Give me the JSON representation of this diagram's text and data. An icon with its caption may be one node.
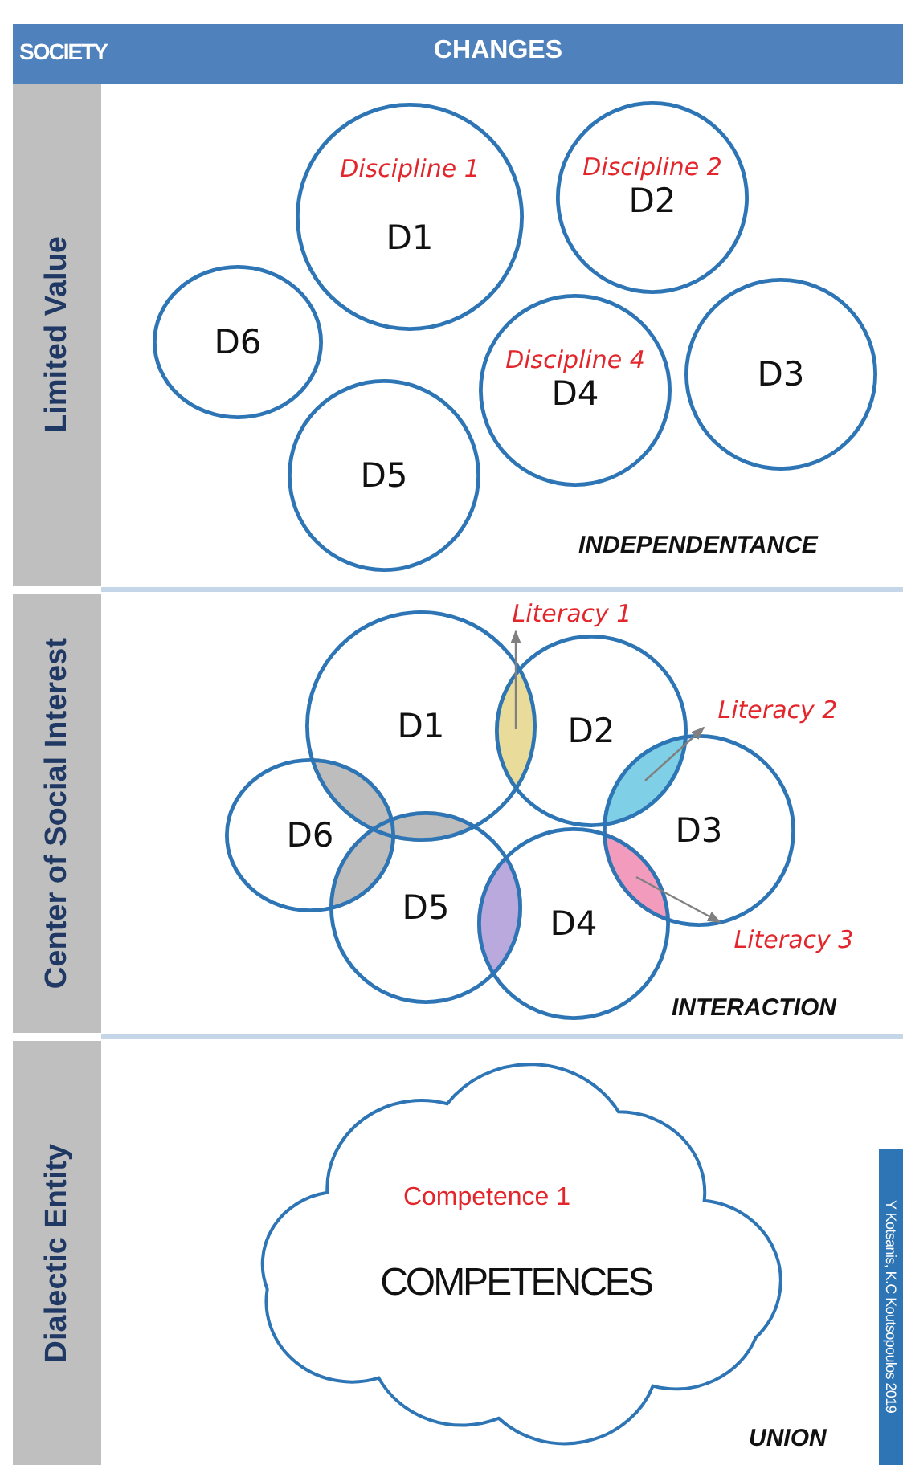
{
  "diagram": {
    "nodes": [
      {
        "text": [
          "SOCIETY",
          "CHANGES"
        ]
      },
      {
        "text": [
          "Limited Value"
        ]
      },
      {
        "text": [
          "Discipline 1",
          "D1"
        ]
      },
      {
        "text": [
          "Discipline 2",
          "D2"
        ]
      },
      {
        "text": [
          "D6"
        ]
      },
      {
        "text": [
          "Discipline 4",
          "D4"
        ]
      },
      {
        "text": [
          "D3"
        ]
      },
      {
        "text": [
          "D5"
        ]
      },
      {
        "text": [
          "Center of Social Interest"
        ]
      },
      {
        "text": [
          "Literacy 1"
        ]
      },
      {
        "text": [
          "D1"
        ]
      },
      {
        "text": [],
        "shape": "lens"
      },
      {
        "text": [
          "D2"
        ]
      },
      {
        "text": [
          "Literacy 2"
        ]
      },
      {
        "text": [],
        "shape": "lens"
      },
      {
        "text": [
          "D6"
        ]
      },
      {
        "text": [
          "D3"
        ]
      },
      {
        "text": [],
        "shape": "lens"
      },
      {
        "text": [
          "D5"
        ]
      },
      {
        "text": [
          "D4"
        ]
      },
      {
        "text": [
          "Literacy 3"
        ]
      },
      {
        "text": [
          "Dialectic Entity"
        ]
      },
      {
        "text": [
          "Competence 1",
          "COMPETENCES"
        ]
      },
      {
        "text": [
          "Y Kotsanis, K.C Koutsopoulos 2019"
        ]
      }
    ],
    "edges": [
      {
        "from": 11,
        "to": 9,
        "arrow": "to"
      },
      {
        "from": 14,
        "to": 13,
        "arrow": "to"
      },
      {
        "from": 17,
        "to": 20,
        "arrow": "to"
      }
    ],
    "labels": [
      "INDEPENDENTANCE",
      "INTERACTION",
      "UNION"
    ]
  }
}
